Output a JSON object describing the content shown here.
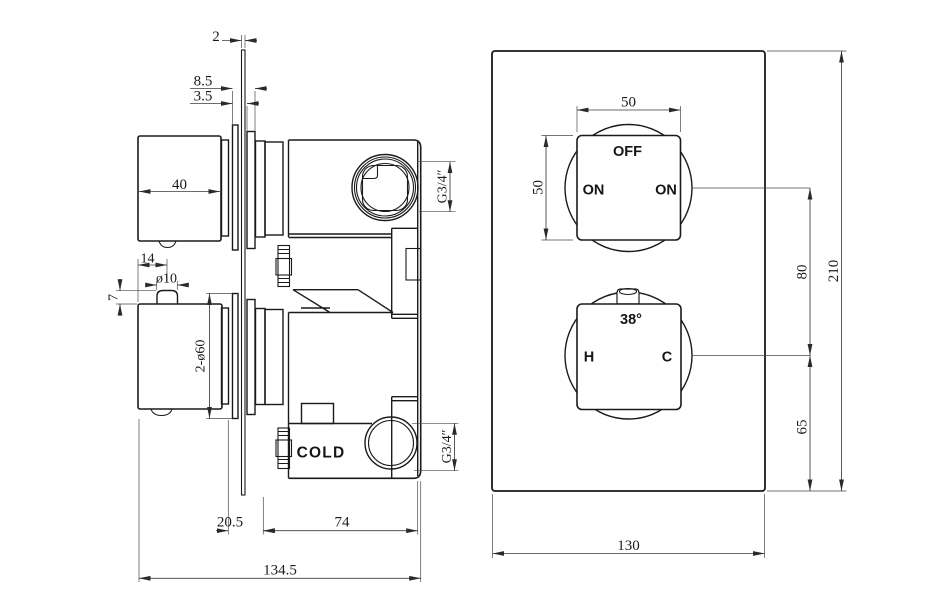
{
  "document": {
    "kind": "thermostatic shower valve technical drawing",
    "background": "#ffffff",
    "line_color": "#1a1a1a",
    "dim_color": "#3a3a3a"
  },
  "side_view": {
    "dims": {
      "plate_thickness": "2",
      "trim_to_cartridge": "8.5",
      "trim_to_plate": "3.5",
      "handle_length": "40",
      "stud_center_offset": "14",
      "stud_diameter": "ø10",
      "stud_height": "7",
      "trim_plates": "2-ø60",
      "plate_to_body": "20.5",
      "body_depth": "74",
      "overall_depth": "134.5"
    },
    "labels": {
      "outlet_thread": "G3/4″",
      "inlet_thread": "G3/4″",
      "cold_inlet": "COLD"
    }
  },
  "front_view": {
    "dims": {
      "knob_width": "50",
      "knob_height": "50",
      "knob_spacing": "80",
      "knob_to_bottom": "65",
      "plate_height": "210",
      "plate_width": "130"
    },
    "labels": {
      "diverter_off": "OFF",
      "diverter_on_left": "ON",
      "diverter_on_right": "ON",
      "temperature": "38°",
      "hot": "H",
      "cold": "C"
    }
  }
}
